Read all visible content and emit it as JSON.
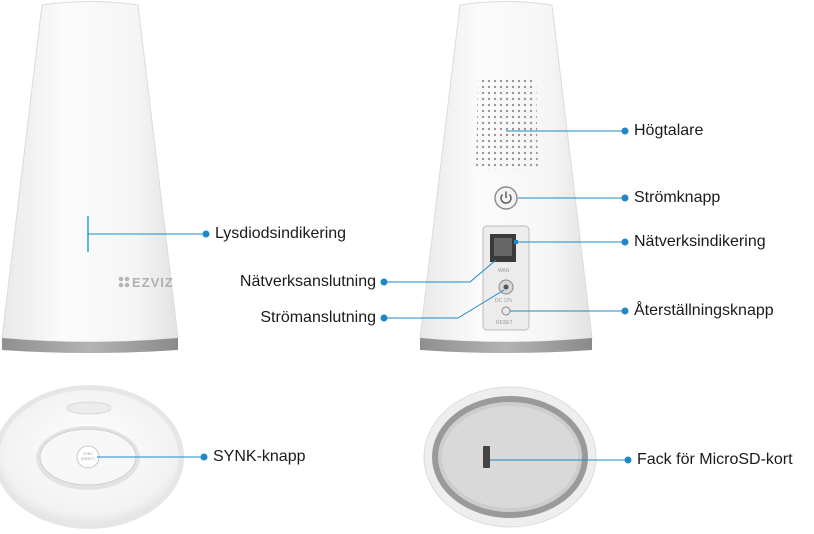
{
  "brand": {
    "logo_text": "EZVIZ"
  },
  "device_markings": {
    "lan_port": "WAN",
    "power_port": "DC 12V",
    "reset": "RESET",
    "sync_button": "SYNC",
    "sync_button_sub": "(RESET)"
  },
  "labels": {
    "led": "Lysdiodsindikering",
    "speaker": "Högtalare",
    "power_button": "Strömknapp",
    "network_indicator": "Nätverksindikering",
    "network_connection": "Nätverksanslutning",
    "power_connection": "Strömanslutning",
    "reset_button": "Återställningsknapp",
    "sync_knob": "SYNK-knapp",
    "microsd_slot": "Fack för MicroSD-kort"
  },
  "colors": {
    "callout": "#1e88c8",
    "device": "#f4f4f4",
    "base": "#a9a9a9"
  }
}
